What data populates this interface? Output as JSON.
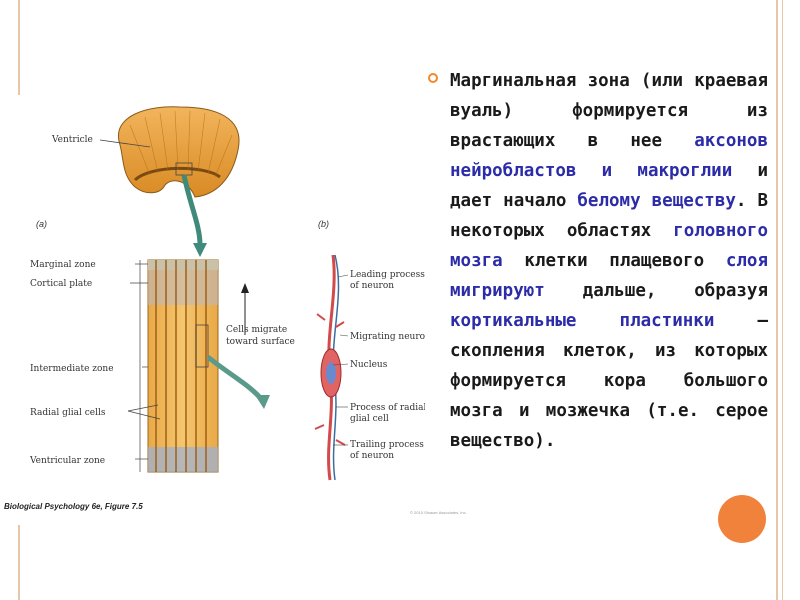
{
  "figure": {
    "label_a": "(a)",
    "label_b": "(b)",
    "ventricle": "Ventricle",
    "marginal_zone": "Marginal zone",
    "cortical_plate": "Cortical plate",
    "intermediate_zone": "Intermediate zone",
    "radial_glial": "Radial glial cells",
    "ventricular_zone": "Ventricular zone",
    "cells_migrate_1": "Cells migrate",
    "cells_migrate_2": "toward surface",
    "leading_1": "Leading process",
    "leading_2": "of neuron",
    "migrating_neuron": "Migrating neuron",
    "nucleus": "Nucleus",
    "process_radial_1": "Process of radial",
    "process_radial_2": "glial cell",
    "trailing_1": "Trailing process",
    "trailing_2": "of neuron",
    "credit": "Biological Psychology 6e, Figure 7.5",
    "copyright": "© 2010 Sinauer Associates, Inc."
  },
  "text": {
    "p1": "Маргинальная зона (или краевая вуаль) формируется из врастающих в нее ",
    "h1": "аксонов нейробластов и макроглии",
    "p2": " и дает начало ",
    "h2": "белому веществу",
    "p3": ". В некоторых областях ",
    "h3": "головного мозга",
    "p4": " клетки плащевого ",
    "h4": "слоя мигрируют",
    "p5": " дальше, образуя ",
    "h5": "кортикальные пластинки",
    "p6": " — скопления клеток, из которых формируется кора большого мозга и мозжечка (т.е. серое вещество)."
  },
  "colors": {
    "accent": "#f0823c",
    "highlight": "#2c2ca8",
    "tissue": "#e8a53a"
  }
}
